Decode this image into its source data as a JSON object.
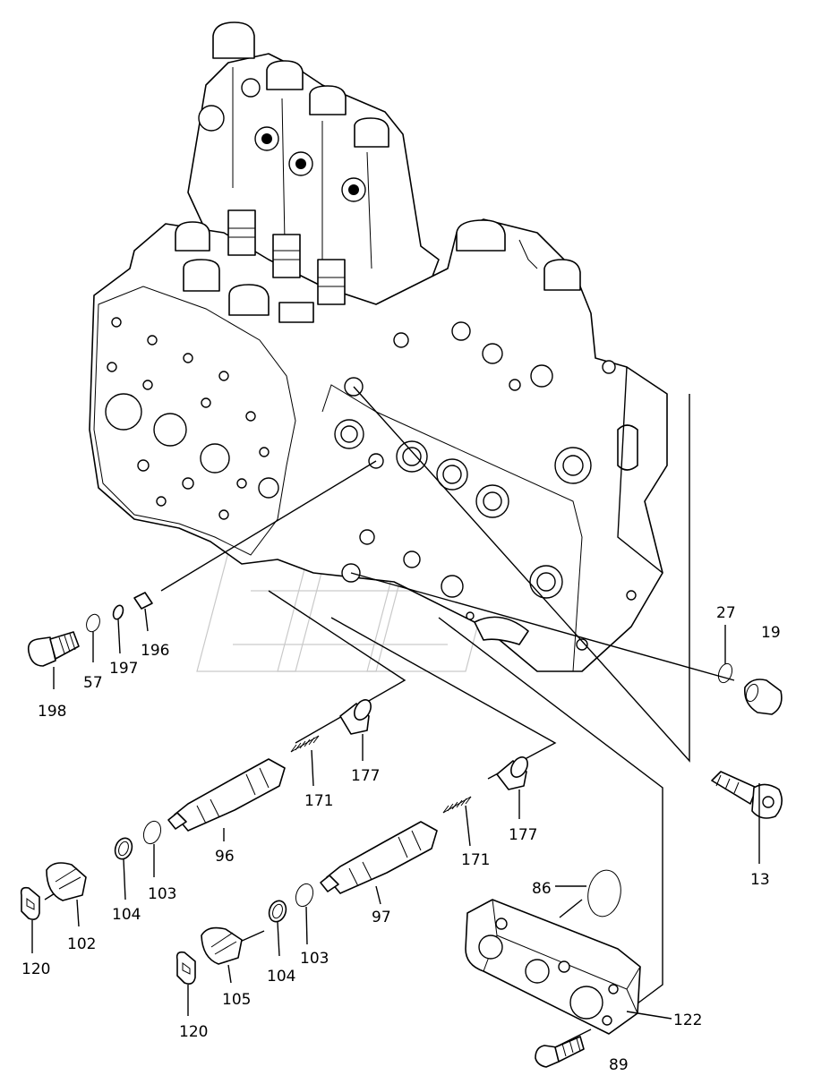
{
  "diagram": {
    "part_labels": {
      "p198": "198",
      "p57": "57",
      "p197": "197",
      "p196": "196",
      "p177a": "177",
      "p171a": "171",
      "p96": "96",
      "p103a": "103",
      "p104a": "104",
      "p102": "102",
      "p120a": "120",
      "p177b": "177",
      "p171b": "171",
      "p97": "97",
      "p103b": "103",
      "p104b": "104",
      "p105": "105",
      "p120b": "120",
      "p27": "27",
      "p19": "19",
      "p13": "13",
      "p86": "86",
      "p122": "122",
      "p89": "89"
    }
  }
}
